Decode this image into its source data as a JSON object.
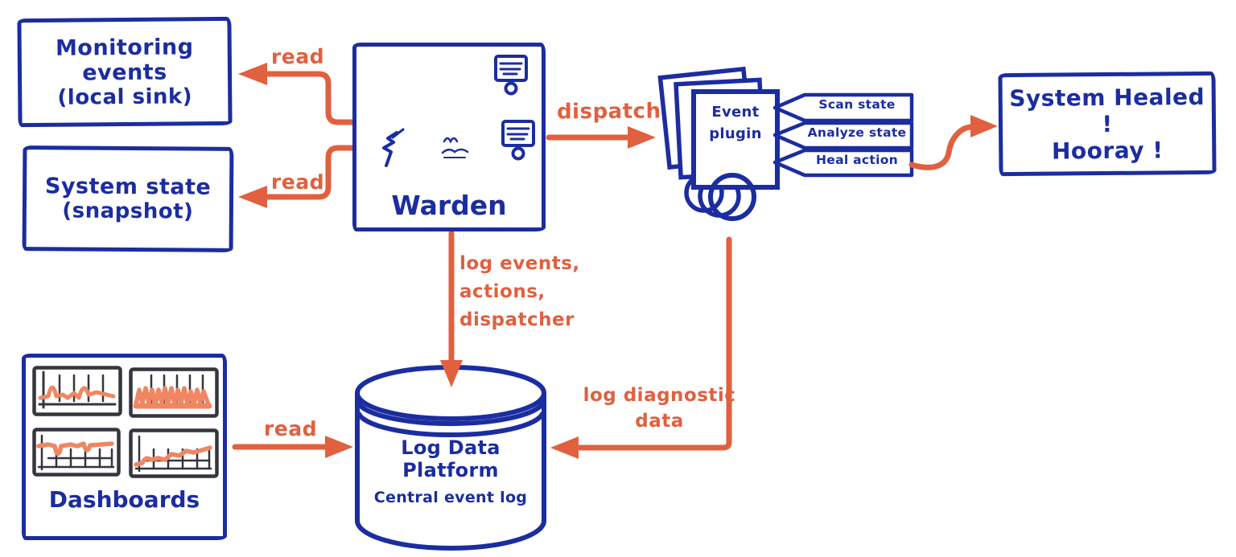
{
  "palette": {
    "ink_blue": "#1b2da0",
    "ink_orange": "#e0603f",
    "chart_frame": "#35353d",
    "chart_line": "#f08662"
  },
  "nodes": {
    "monitoring_events": {
      "line1": "Monitoring events",
      "line2": "(local sink)"
    },
    "system_state": {
      "line1": "System state",
      "line2": "(snapshot)"
    },
    "warden": {
      "label": "Warden"
    },
    "event_plugin": {
      "line1": "Event",
      "line2": "plugin"
    },
    "tags": [
      {
        "label": "Scan state"
      },
      {
        "label": "Analyze state"
      },
      {
        "label": "Heal action"
      }
    ],
    "system_healed": {
      "line1": "System Healed !",
      "line2": "Hooray !"
    },
    "log_platform": {
      "title": "Log Data Platform",
      "subtitle": "Central event log"
    },
    "dashboards": {
      "label": "Dashboards"
    }
  },
  "edges": {
    "read_monitoring": {
      "label": "read"
    },
    "read_snapshot": {
      "label": "read"
    },
    "dispatch": {
      "label": "dispatch"
    },
    "log_events": {
      "line1": "log events,",
      "line2": "actions,",
      "line3": "dispatcher"
    },
    "log_diagnostic": {
      "line1": "log diagnostic",
      "line2": "data"
    },
    "read_dashboards": {
      "label": "read"
    }
  }
}
